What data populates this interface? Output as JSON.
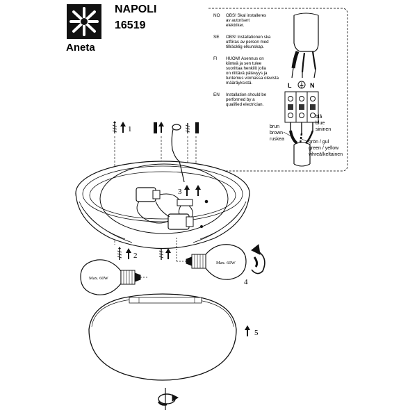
{
  "brand": {
    "name": "Aneta"
  },
  "product": {
    "name": "NAPOLI",
    "number": "16519"
  },
  "warnings": [
    {
      "code": "NO",
      "lines": [
        "OBS! Skal installeres",
        "av autorisert",
        "elektriker."
      ]
    },
    {
      "code": "SE",
      "lines": [
        "OBS! Installationen ska",
        "utföras av person med",
        "tillräcklig elkunskap."
      ]
    },
    {
      "code": "FI",
      "lines": [
        "HUOM! Asennus on",
        "kiinteä ja sen tulee",
        "suorittaa henkilö jolla",
        "on riittävä pätevyys ja",
        "tuntemus voimassa olevista",
        "määräyksistä."
      ]
    },
    {
      "code": "EN",
      "lines": [
        "Installation should be",
        "performed by a",
        "qualified electrician."
      ]
    }
  ],
  "terminals": {
    "live": "L",
    "earth": "⏚",
    "neutral": "N"
  },
  "wires": {
    "brown": [
      "brun",
      "brown",
      "ruskea"
    ],
    "blue": [
      "blå",
      "blue",
      "sininen"
    ],
    "earth": [
      "grön / gul",
      "green / yellow",
      "vihreä/keltainen"
    ]
  },
  "steps": {
    "s1": "1",
    "s2": "2",
    "s3": "3",
    "s4": "4",
    "s5": "5"
  },
  "bulbs": {
    "left": "Max. 60W",
    "right": "Max. 60W"
  },
  "colors": {
    "ink": "#111111",
    "shade": "#555555",
    "glass": "#e6e6e6"
  }
}
